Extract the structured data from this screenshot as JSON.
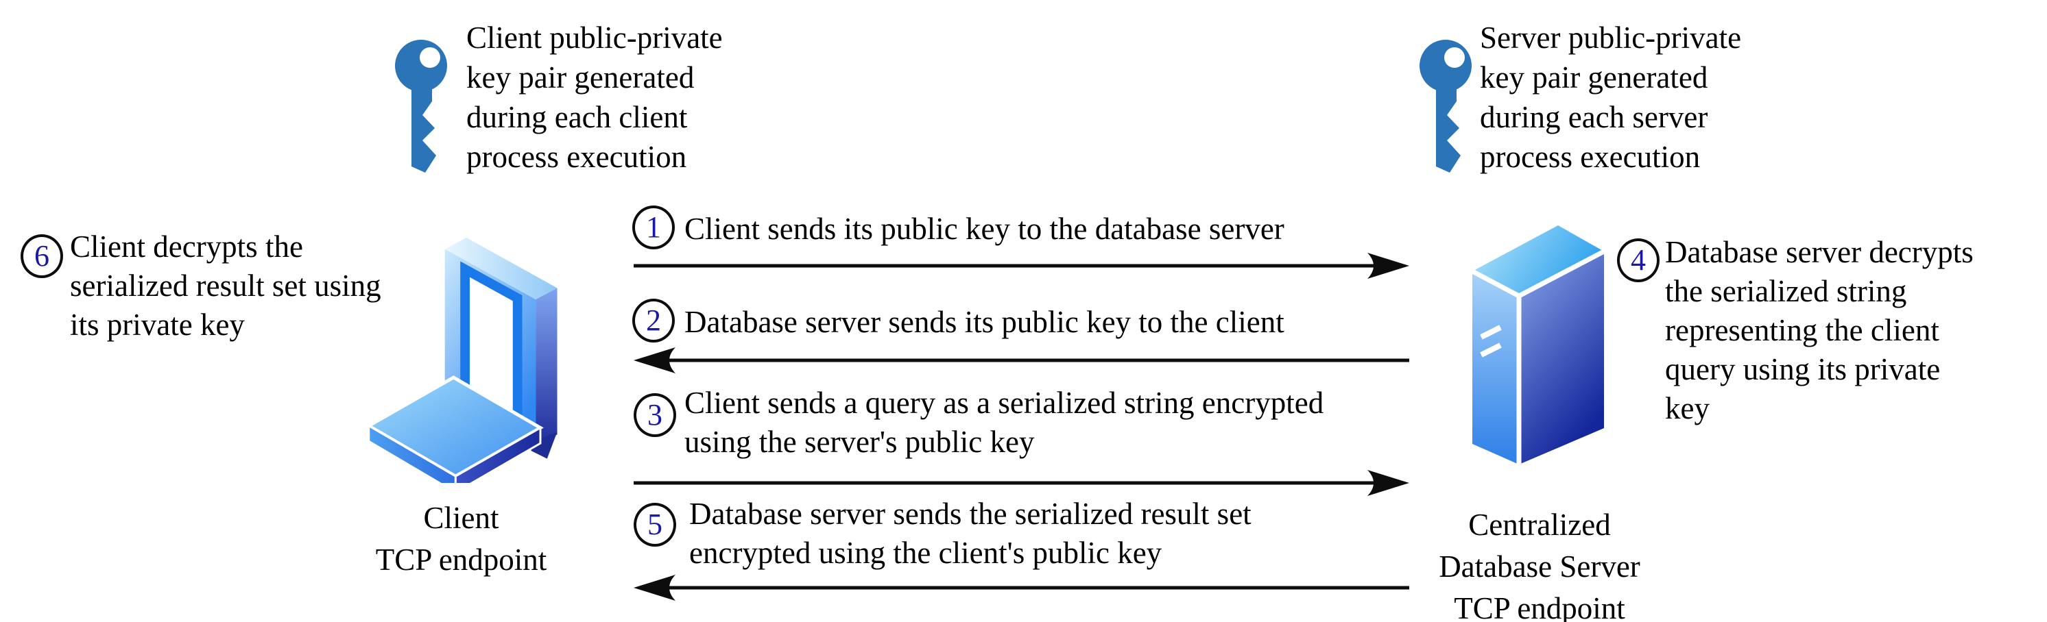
{
  "diagram_title": "Client-server public key exchange over TCP",
  "colors": {
    "background": "#ffffff",
    "text": "#000000",
    "key_icon_blue": "#2b74b8",
    "step_number_navy": "#1b18a8",
    "step_circle_outline": "#0d0d0d",
    "arrow_black": "#0d0d0d",
    "device_light_blue": "#aee4fa",
    "device_mid_blue": "#2f87f2",
    "device_dark_indigo": "#1a2a9c"
  },
  "notes": {
    "client_key": {
      "icon": "key-icon",
      "lines": [
        "Client public-private",
        "key pair generated",
        "during each client",
        "process execution"
      ]
    },
    "server_key": {
      "icon": "key-icon",
      "lines": [
        "Server public-private",
        "key pair generated",
        "during each server",
        "process execution"
      ]
    }
  },
  "nodes": {
    "client": {
      "icon": "laptop-icon",
      "label_lines": [
        "Client",
        "TCP endpoint"
      ]
    },
    "server": {
      "icon": "server-icon",
      "label_lines": [
        "Centralized",
        "Database Server",
        "TCP endpoint"
      ]
    }
  },
  "steps": {
    "s1": {
      "num": "1",
      "direction": "client-to-server",
      "lines": [
        "Client sends its public key to the database server"
      ]
    },
    "s2": {
      "num": "2",
      "direction": "server-to-client",
      "lines": [
        "Database server sends its public key to the client"
      ]
    },
    "s3": {
      "num": "3",
      "direction": "client-to-server",
      "lines": [
        "Client sends a query as a serialized string encrypted",
        "using the server's public key"
      ]
    },
    "s4": {
      "num": "4",
      "direction": "annotation-server-side",
      "lines": [
        "Database server decrypts",
        "the serialized string",
        "representing the client",
        "query using its private",
        "key"
      ]
    },
    "s5": {
      "num": "5",
      "direction": "server-to-client",
      "lines": [
        "Database server sends the serialized result set",
        "encrypted using the client's public key"
      ]
    },
    "s6": {
      "num": "6",
      "direction": "annotation-client-side",
      "lines": [
        "Client decrypts the",
        "serialized result set using",
        "its private key"
      ]
    }
  },
  "arrows": [
    {
      "id": "arrow-1",
      "direction": "right"
    },
    {
      "id": "arrow-2",
      "direction": "left"
    },
    {
      "id": "arrow-3",
      "direction": "right"
    },
    {
      "id": "arrow-5",
      "direction": "left"
    }
  ]
}
